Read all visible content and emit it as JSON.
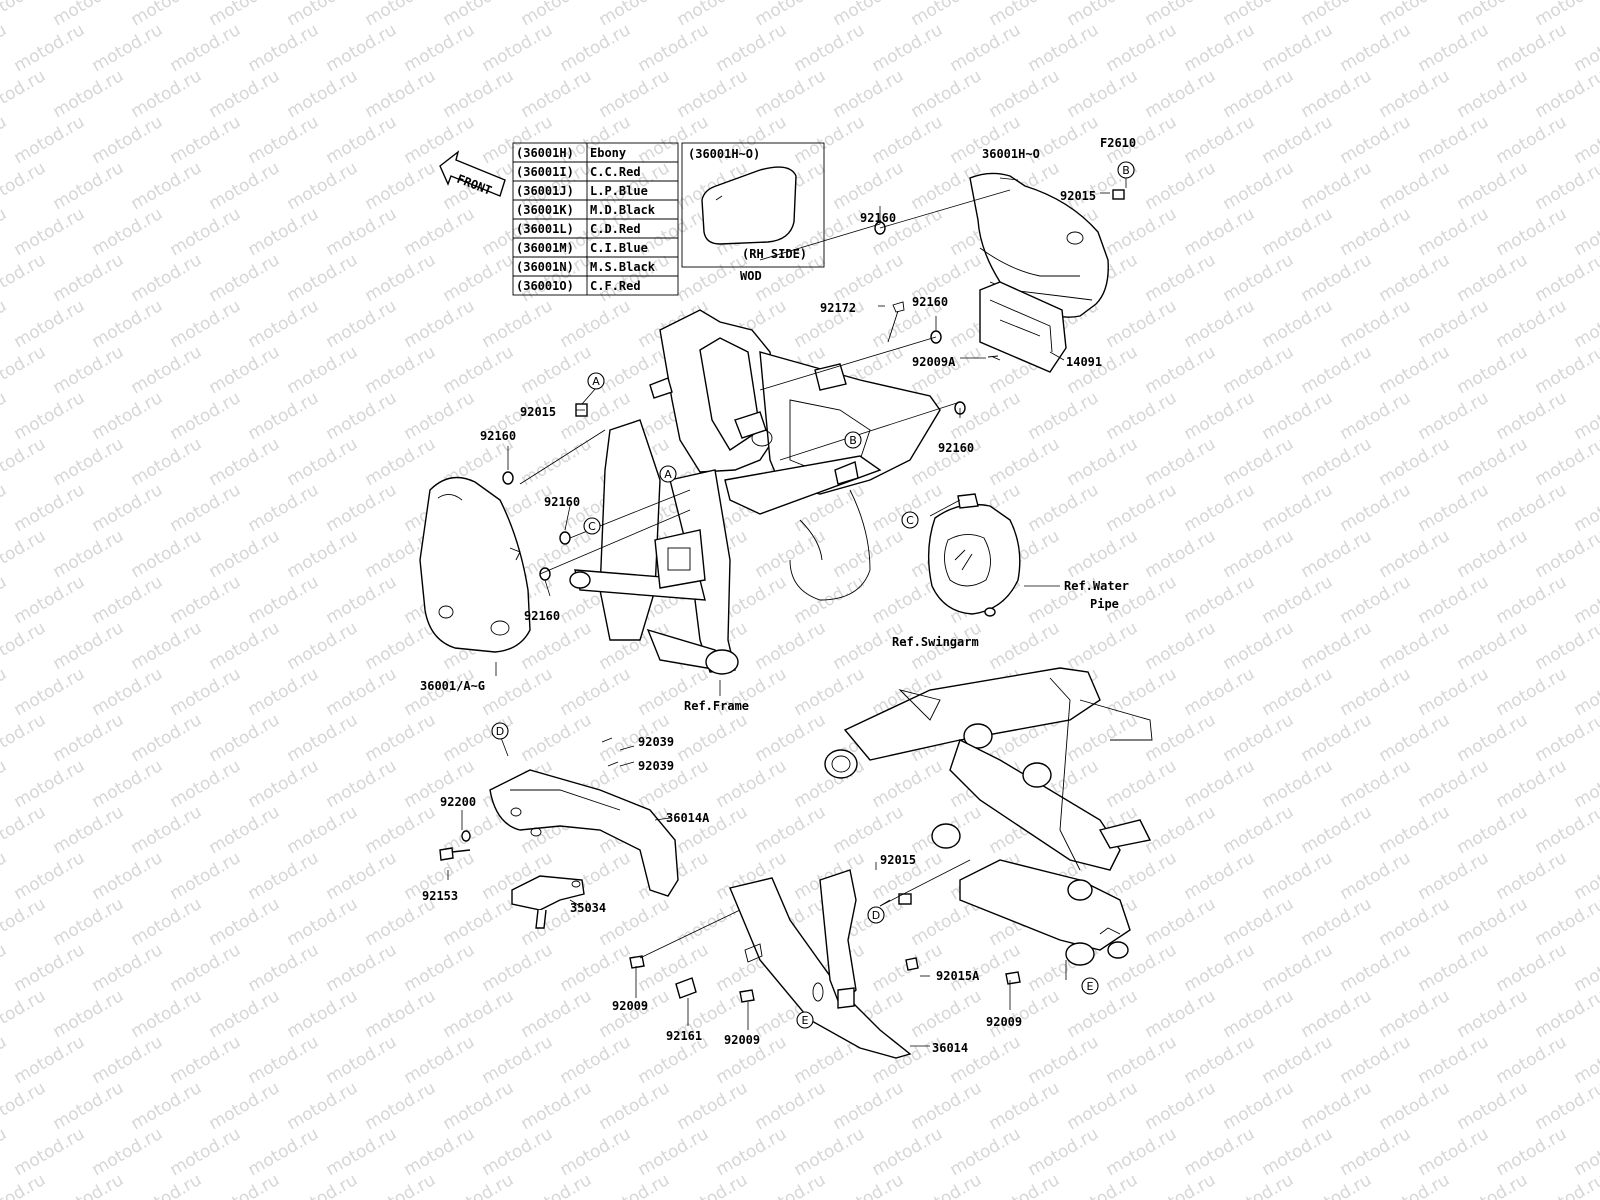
{
  "watermark": "motod.ru",
  "figure_code": "F2610",
  "front_label": "FRONT",
  "color_table": [
    {
      "code": "(36001H)",
      "color": "Ebony"
    },
    {
      "code": "(36001I)",
      "color": "C.C.Red"
    },
    {
      "code": "(36001J)",
      "color": "L.P.Blue"
    },
    {
      "code": "(36001K)",
      "color": "M.D.Black"
    },
    {
      "code": "(36001L)",
      "color": "C.D.Red"
    },
    {
      "code": "(36001M)",
      "color": "C.I.Blue"
    },
    {
      "code": "(36001N)",
      "color": "M.S.Black"
    },
    {
      "code": "(36001O)",
      "color": "C.F.Red"
    }
  ],
  "inset": {
    "title": "(36001H~O)",
    "side_label": "(RH SIDE)",
    "caption": "WOD"
  },
  "labels": {
    "p36001HO": "36001H~O",
    "p92015_top": "92015",
    "p92160_a": "92160",
    "p92172": "92172",
    "p92160_b": "92160",
    "p92009A": "92009A",
    "p14091": "14091",
    "p92160_c": "92160",
    "p92015_left": "92015",
    "p92160_d": "92160",
    "p92160_e": "92160",
    "p92160_f": "92160",
    "p36001AG": "36001/A~G",
    "ref_frame": "Ref.Frame",
    "ref_water_1": "Ref.Water",
    "ref_water_2": "Pipe",
    "ref_swingarm": "Ref.Swingarm",
    "p92039_a": "92039",
    "p92039_b": "92039",
    "p36014A": "36014A",
    "p92200": "92200",
    "p92153": "92153",
    "p35034": "35034",
    "p92015_low": "92015",
    "p92015A": "92015A",
    "p92009_a": "92009",
    "p92161": "92161",
    "p92009_b": "92009",
    "p92009_c": "92009",
    "p36014": "36014"
  },
  "callouts": {
    "A1": "A",
    "A2": "A",
    "B1": "B",
    "B2": "B",
    "C1": "C",
    "C2": "C",
    "D1": "D",
    "D2": "D",
    "E1": "E",
    "E2": "E"
  }
}
